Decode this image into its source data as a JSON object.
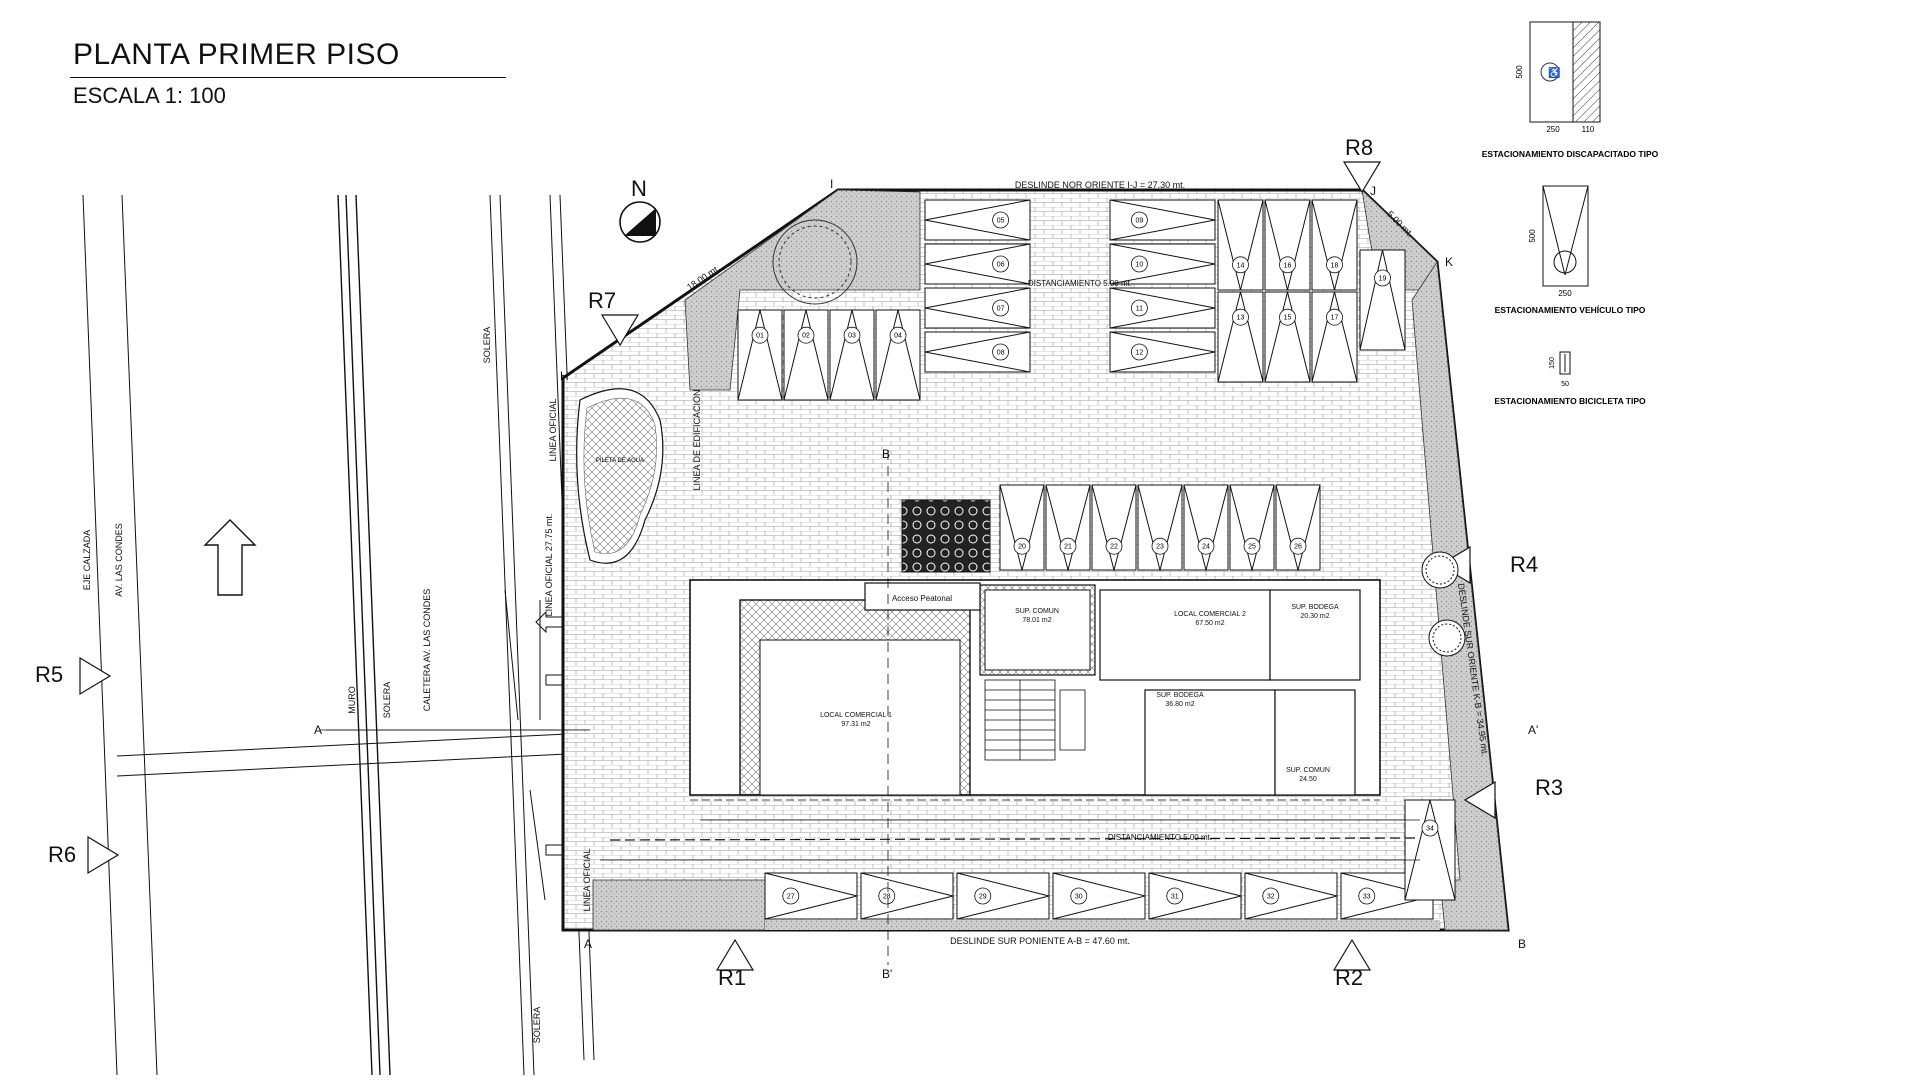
{
  "title": "PLANTA PRIMER PISO",
  "scale": "ESCALA 1: 100",
  "north": "N",
  "legend": {
    "disabled_label": "ESTACIONAMIENTO DISCAPACITADO TIPO",
    "disabled_dim_h": "500",
    "disabled_dim_w1": "250",
    "disabled_dim_w2": "110",
    "vehicle_label": "ESTACIONAMIENTO VEHÍCULO TIPO",
    "vehicle_dim_h": "500",
    "vehicle_dim_w": "250",
    "bike_label": "ESTACIONAMIENTO BICICLETA TIPO",
    "bike_dim_h": "150",
    "bike_dim_w": "50"
  },
  "refs": [
    "R1",
    "R2",
    "R3",
    "R4",
    "R5",
    "R6",
    "R7",
    "R8"
  ],
  "vertices": [
    "A",
    "B",
    "H",
    "I",
    "J",
    "K"
  ],
  "boundaries": {
    "north": "DESLINDE NOR ORIENTE I-J = 27.30 mt.",
    "south": "DESLINDE SUR PONIENTE A-B = 47.60 mt.",
    "east": "DESLINDE SUR ORIENTE K-B = 34.95 mt.",
    "west": "LINEA OFICIAL 27.75 mt.",
    "nw_dim": "18.00 mt.",
    "ne_dim": "5.00 mt."
  },
  "street": {
    "axis": "EJE CALZADA",
    "avenue": "AV. LAS CONDES",
    "service_road": "CALETERA AV. LAS CONDES",
    "curb": "SOLERA",
    "wall": "MURO",
    "official_line": "LINEA OFICIAL",
    "building_line": "LINEA DE EDIFICACION"
  },
  "rooms": {
    "local1": "LOCAL COMERCIAL 1",
    "local1_area": "97.31 m2",
    "local2": "LOCAL COMERCIAL 2",
    "local2_area": "67.50 m2",
    "comun": "SUP. COMUN",
    "comun_area": "78.01 m2",
    "bodega": "SUP. BODEGA",
    "bodega_area": "36.80 m2",
    "bodega2": "SUP. BODEGA",
    "bodega2_area": "20.30 m2",
    "sup_comun2": "SUP. COMUN",
    "sup_comun2_area": "24.50",
    "acceso": "Acceso Peatonal",
    "pool": "PILETA DE AGUA",
    "setback": "DISTANCIAMIENTO 5.00 mt.",
    "setback2": "DISTANCIAMIENTO 5.00 mt."
  },
  "section_marks": [
    "A",
    "A'",
    "B",
    "B'"
  ],
  "parking": {
    "top_left_rows": [
      "05",
      "06",
      "07",
      "08"
    ],
    "top_mid": [
      "09",
      "10",
      "11",
      "12"
    ],
    "top_right_a": [
      "14",
      "16",
      "18"
    ],
    "top_right_b": [
      "13",
      "15",
      "17"
    ],
    "right": "19",
    "west_row": [
      "01",
      "02",
      "03",
      "04"
    ],
    "mid_row": [
      "20",
      "21",
      "22",
      "23",
      "24",
      "25",
      "26"
    ],
    "bottom_row": [
      "27",
      "28",
      "29",
      "30",
      "31",
      "32",
      "33"
    ],
    "corner": "34"
  }
}
